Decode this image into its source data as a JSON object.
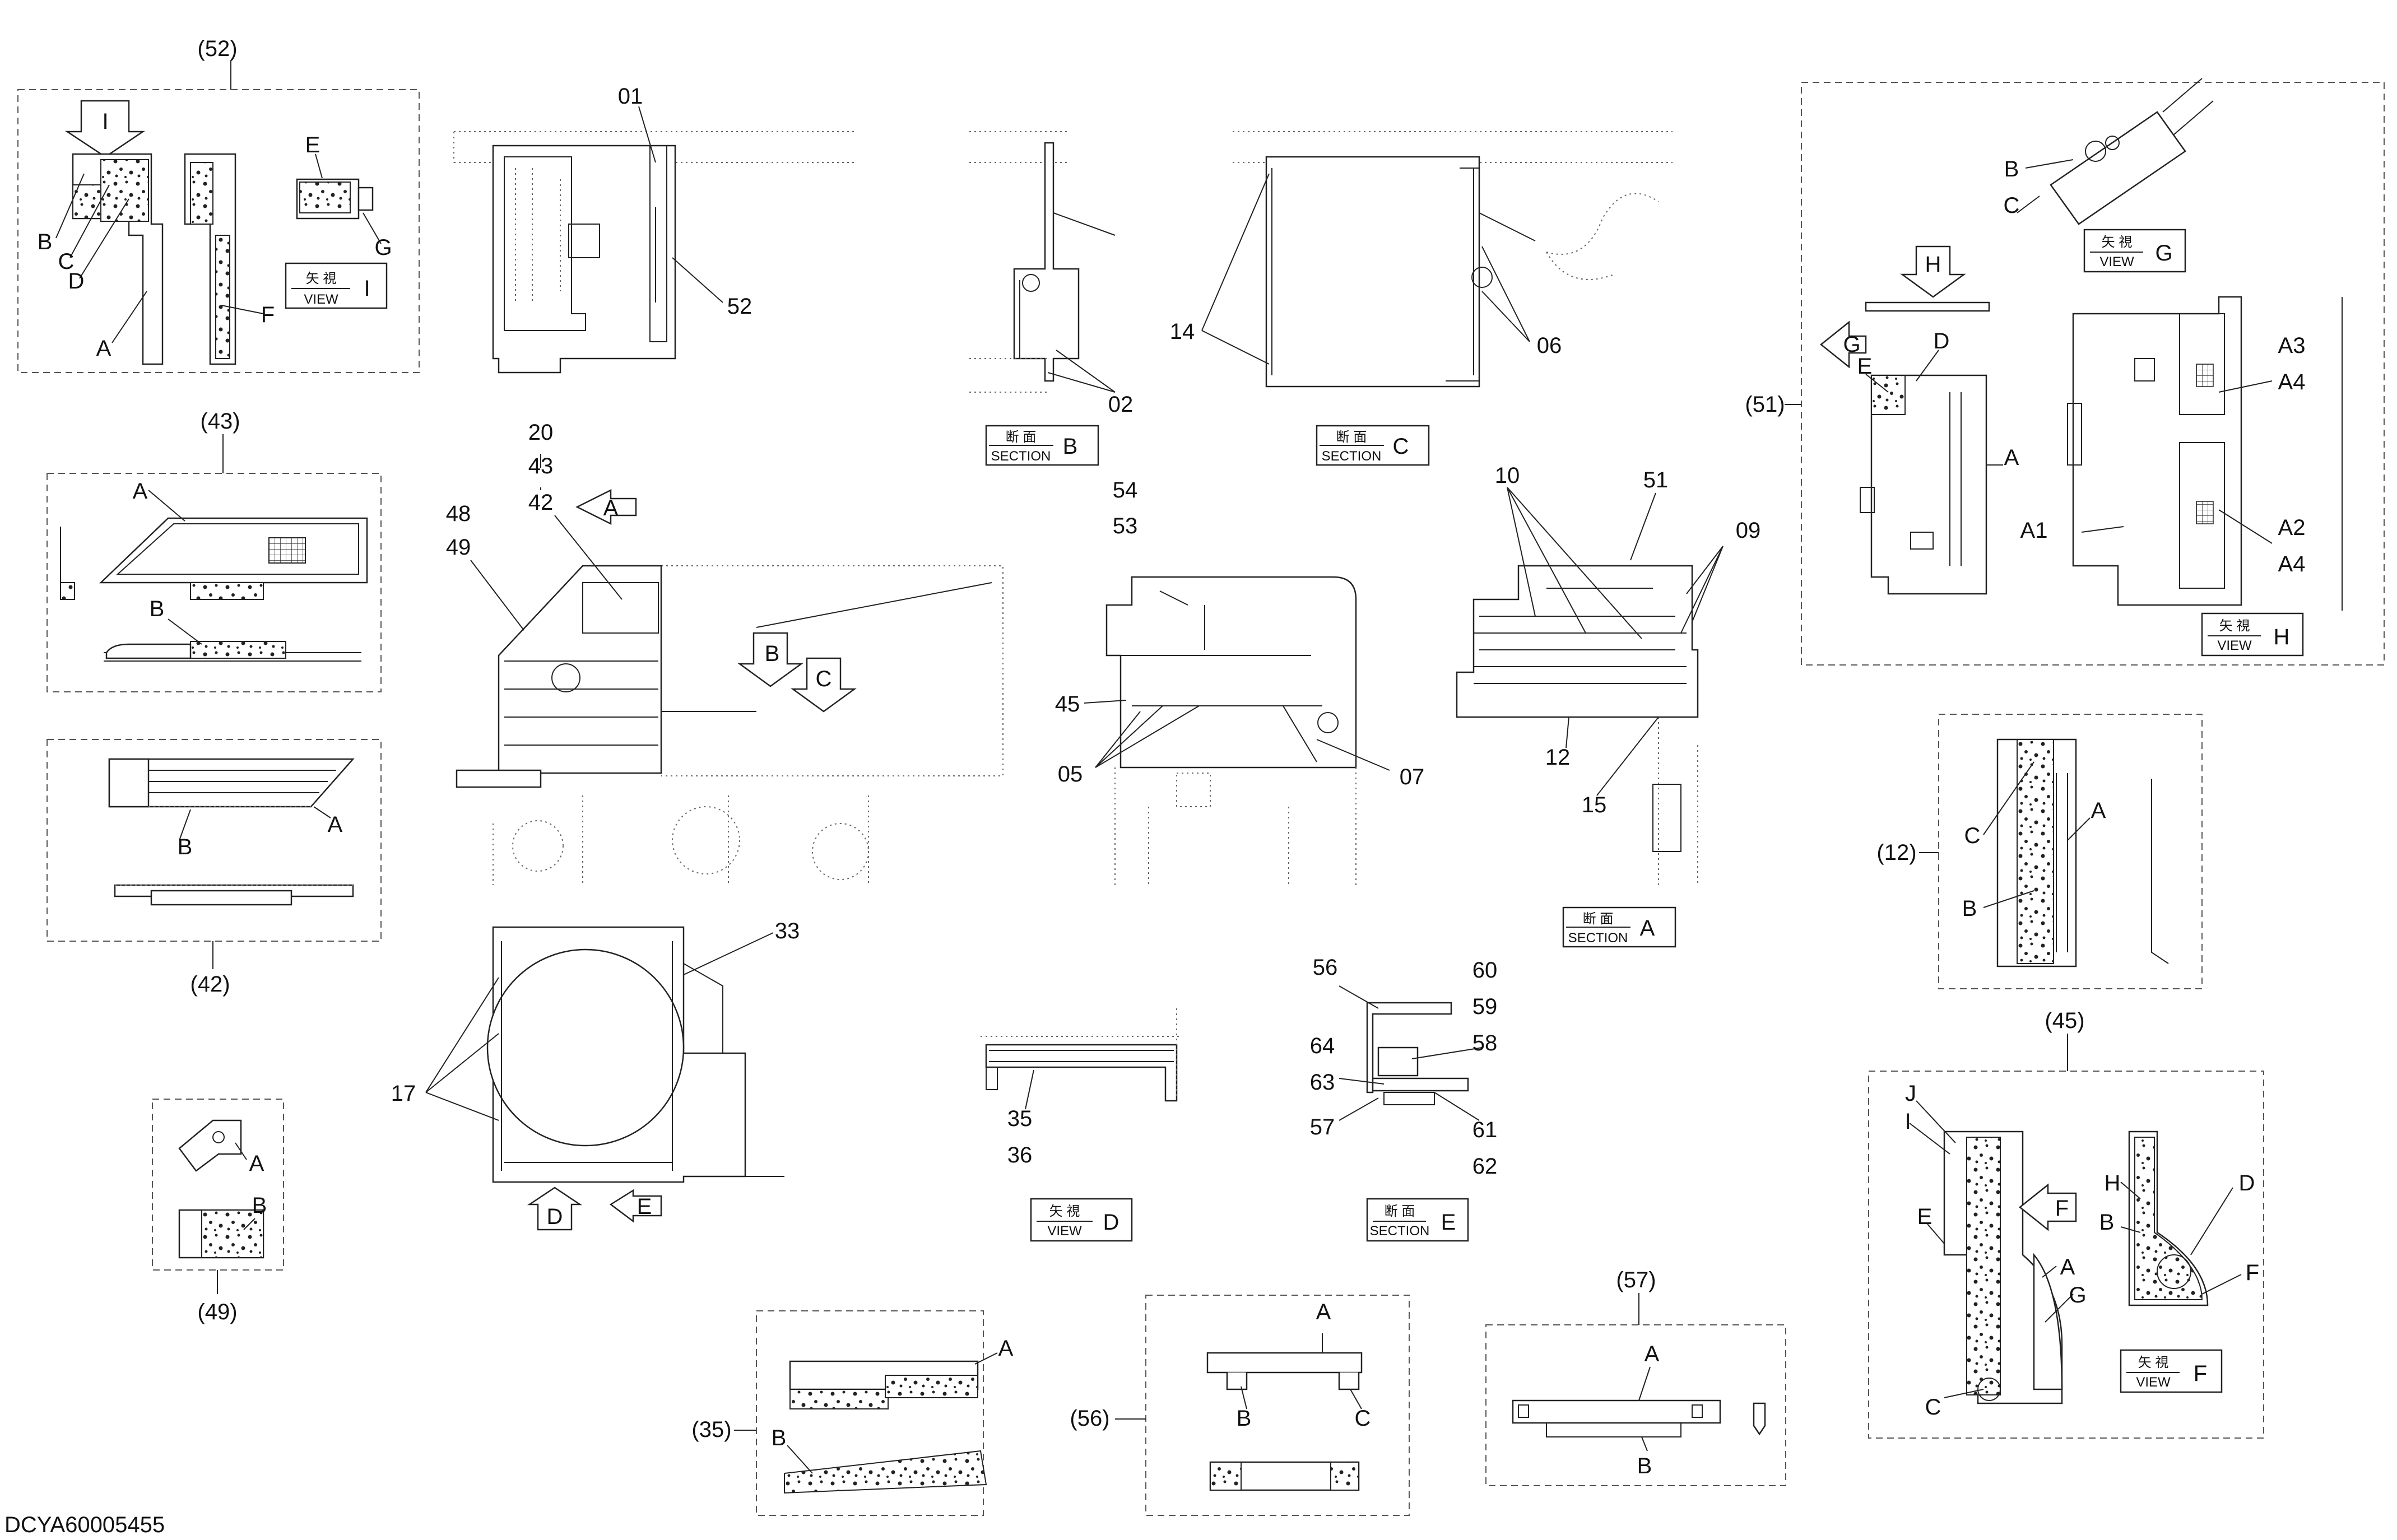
{
  "drawing_code": "DCYA60005455",
  "groups": {
    "g52": "(52)",
    "g43": "(43)",
    "g42": "(42)",
    "g49": "(49)",
    "g51": "(51)",
    "g12": "(12)",
    "g45": "(45)",
    "g35": "(35)",
    "g56": "(56)",
    "g57": "(57)"
  },
  "views": {
    "view_i": {
      "kanji": "矢 視",
      "en": "VIEW",
      "letter": "I"
    },
    "view_g": {
      "kanji": "矢 視",
      "en": "VIEW",
      "letter": "G"
    },
    "view_h": {
      "kanji": "矢 視",
      "en": "VIEW",
      "letter": "H"
    },
    "view_d": {
      "kanji": "矢 視",
      "en": "VIEW",
      "letter": "D"
    },
    "view_f": {
      "kanji": "矢 視",
      "en": "VIEW",
      "letter": "F"
    },
    "sec_b": {
      "kanji": "断 面",
      "en": "SECTION",
      "letter": "B"
    },
    "sec_c": {
      "kanji": "断 面",
      "en": "SECTION",
      "letter": "C"
    },
    "sec_a": {
      "kanji": "断 面",
      "en": "SECTION",
      "letter": "A"
    },
    "sec_e": {
      "kanji": "断 面",
      "en": "SECTION",
      "letter": "E"
    }
  },
  "arrows": {
    "a_I": "I",
    "a_A": "A",
    "a_B": "B",
    "a_C": "C",
    "a_D": "D",
    "a_E": "E",
    "a_G": "G",
    "a_H": "H",
    "a_F": "F"
  },
  "callouts": {
    "c01": "01",
    "c52": "52",
    "c02": "02",
    "c14": "14",
    "c06": "06",
    "c20": "20",
    "c43": "43",
    "c42": "42",
    "c48": "48",
    "c49": "49",
    "c54": "54",
    "c53": "53",
    "c45": "45",
    "c05": "05",
    "c07": "07",
    "c10": "10",
    "c51": "51",
    "c09": "09",
    "c12": "12",
    "c15": "15",
    "c33": "33",
    "c17": "17",
    "c35": "35",
    "c36": "36",
    "c56": "56",
    "c60": "60",
    "c59": "59",
    "c58": "58",
    "c64": "64",
    "c63": "63",
    "c57": "57",
    "c61": "61",
    "c62": "62"
  },
  "letters": {
    "p52_B": "B",
    "p52_C": "C",
    "p52_D": "D",
    "p52_A": "A",
    "p52_F": "F",
    "p52_E": "E",
    "p52_G": "G",
    "p43_A": "A",
    "p43_B": "B",
    "p42_B": "B",
    "p42_A": "A",
    "p49_A": "A",
    "p49_B": "B",
    "p51_B": "B",
    "p51_C": "C",
    "p51_E": "E",
    "p51_D": "D",
    "p51_A": "A",
    "p51_A3": "A3",
    "p51_A4a": "A4",
    "p51_A1": "A1",
    "p51_A2": "A2",
    "p51_A4b": "A4",
    "p12_C": "C",
    "p12_A": "A",
    "p12_B": "B",
    "p45_J": "J",
    "p45_I": "I",
    "p45_E": "E",
    "p45_H": "H",
    "p45_D": "D",
    "p45_B": "B",
    "p45_F": "F",
    "p45_A": "A",
    "p45_G": "G",
    "p45_C": "C",
    "p35_A": "A",
    "p35_B": "B",
    "p56_A": "A",
    "p56_B": "B",
    "p56_C": "C",
    "p57_A": "A",
    "p57_B": "B"
  }
}
